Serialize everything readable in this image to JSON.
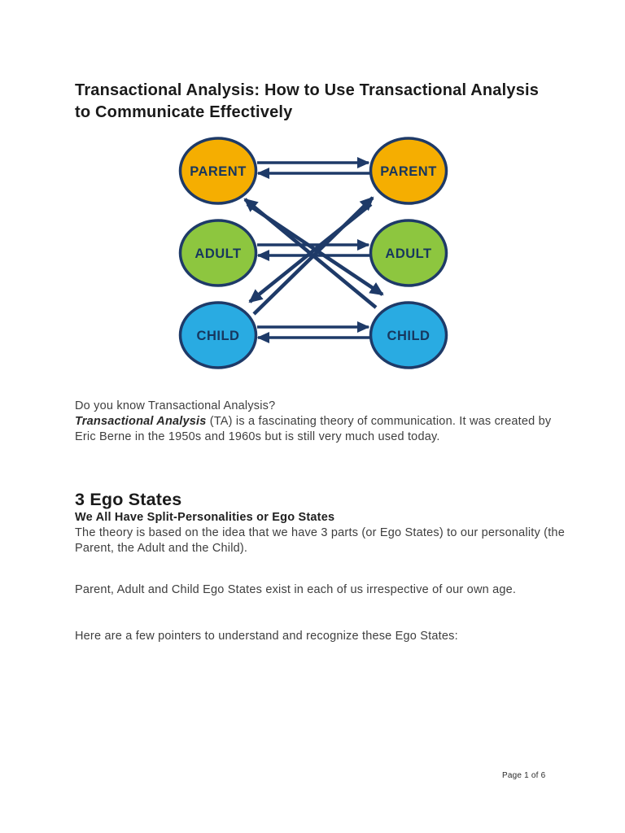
{
  "page": {
    "title": "Transactional Analysis: How to Use Transactional Analysis to Communicate Effectively",
    "footer": "Page 1 of 6",
    "background_color": "#ffffff"
  },
  "diagram": {
    "description": "Two columns of ego-state circles joined by straight and crossed transaction arrows",
    "colors": {
      "parent_fill": "#f5ae01",
      "adult_fill": "#8dc63f",
      "child_fill": "#29abe2",
      "line": "#1e3a68"
    },
    "nodes": {
      "left_parent": "PARENT",
      "right_parent": "PARENT",
      "left_adult": "ADULT",
      "right_adult": "ADULT",
      "left_child": "CHILD",
      "right_child": "CHILD"
    }
  },
  "intro": {
    "question": "Do you know Transactional Analysis?",
    "term": "Transactional Analysis",
    "definition": " (TA) is a fascinating theory of communication. It was created by Eric Berne in the 1950s and 1960s but is still very much used today."
  },
  "ego_states": {
    "heading": "3 Ego States",
    "subheading": "We All Have Split-Personalities or Ego States",
    "para1": "The theory is based on the idea that we have 3 parts (or Ego States) to our personality (the Parent, the Adult and the Child).",
    "para2": "Parent, Adult and Child Ego States exist in each of us irrespective of our own age.",
    "para3": "Here are a few pointers to understand and recognize these Ego States:"
  }
}
